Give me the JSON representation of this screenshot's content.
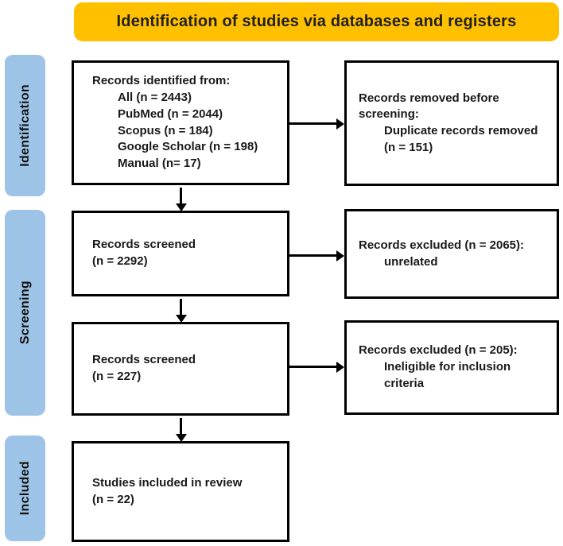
{
  "banner": {
    "title": "Identification of studies via databases and registers"
  },
  "colors": {
    "banner_bg": "#FFC000",
    "stage_bg": "#9DC3E6",
    "line_color": "#000000",
    "text_color": "#1a1a1a"
  },
  "stages": {
    "identification": "Identification",
    "screening": "Screening",
    "included": "Included"
  },
  "boxes": {
    "records_identified": {
      "heading": "Records identified from:",
      "items": [
        "All (n = 2443)",
        "PubMed (n = 2044)",
        "Scopus (n = 184)",
        "Google Scholar (n = 198)",
        "Manual (n= 17)"
      ]
    },
    "records_removed": {
      "heading": "Records removed before screening:",
      "items": [
        "Duplicate records removed",
        "(n = 151)"
      ]
    },
    "records_screened_1": {
      "lines": [
        "Records screened",
        "(n = 2292)"
      ]
    },
    "records_excluded_1": {
      "heading": "Records excluded (n = 2065):",
      "items": [
        "unrelated"
      ]
    },
    "records_screened_2": {
      "lines": [
        "Records screened",
        "(n = 227)"
      ]
    },
    "records_excluded_2": {
      "heading": "Records excluded (n = 205):",
      "items": [
        "Ineligible for inclusion criteria"
      ]
    },
    "studies_included": {
      "lines": [
        "Studies included in review",
        "(n = 22)"
      ]
    }
  }
}
